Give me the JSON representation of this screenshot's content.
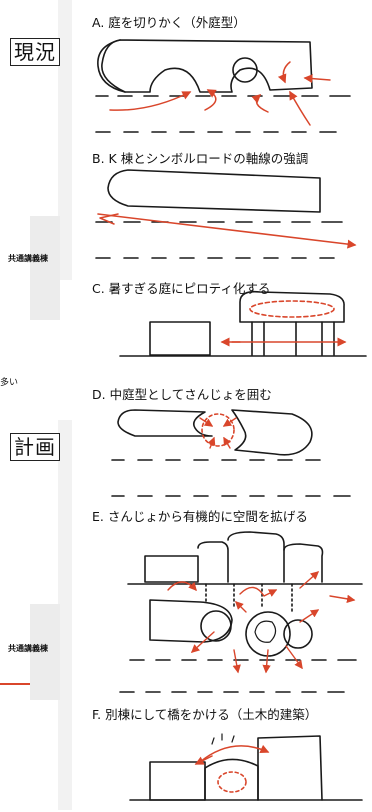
{
  "labels": {
    "current": "現況",
    "plan": "計画"
  },
  "side_text": {
    "building_1": "共通講義棟",
    "building_2": "共通講義棟",
    "fragment": "多い"
  },
  "sections": [
    {
      "caption": "A. 庭を切りかく（外庭型）"
    },
    {
      "caption": "B. K 棟とシンボルロードの軸線の強調"
    },
    {
      "caption": "C. 暑すぎる庭にピロティ化する"
    },
    {
      "caption": "D. 中庭型としてさんじょを囲む"
    },
    {
      "caption": "E. さんじょから有機的に空間を拡げる"
    },
    {
      "caption": "F. 別棟にして橋をかける（土木的建築）"
    }
  ],
  "colors": {
    "accent": "#d9462b",
    "ink": "#1a1a1a"
  }
}
